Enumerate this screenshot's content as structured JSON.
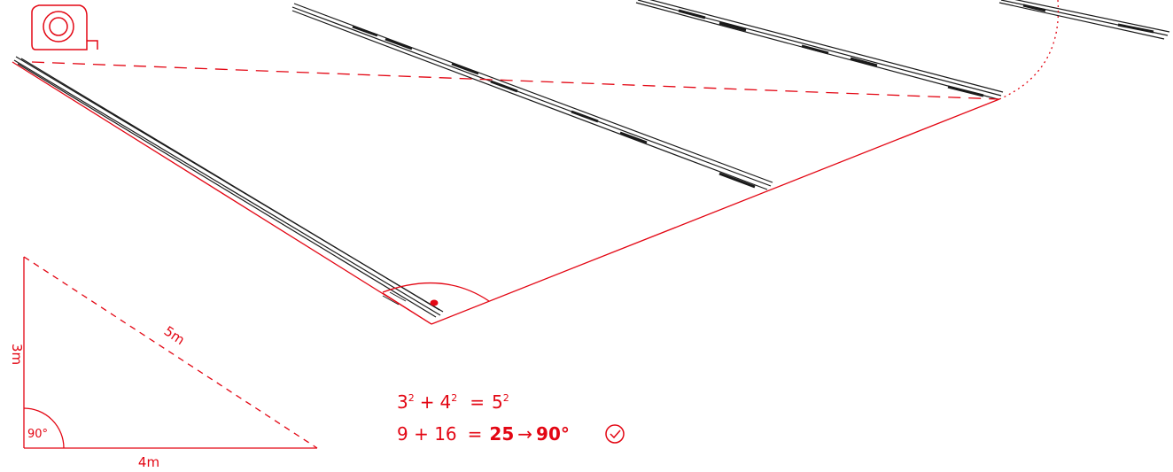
{
  "colors": {
    "accent": "#e30613",
    "rail": "#1a1a1a",
    "background": "#ffffff"
  },
  "icons": {
    "tape_measure": "tape-measure-icon",
    "check": "check-circle-icon",
    "right_angle_marker": "right-angle-dot-icon"
  },
  "triangle": {
    "side_vertical": "3m",
    "side_horizontal": "4m",
    "hypotenuse": "5m",
    "angle": "90°"
  },
  "equation": {
    "line1": {
      "a": "3",
      "plus": "+",
      "b": "4",
      "equals": "=",
      "c": "5",
      "exp": "2"
    },
    "line2": {
      "lhs": "9 + 16",
      "equals": "=",
      "result": "25",
      "arrow": "→",
      "angle": "90°"
    }
  },
  "rails": {
    "count": 4
  }
}
